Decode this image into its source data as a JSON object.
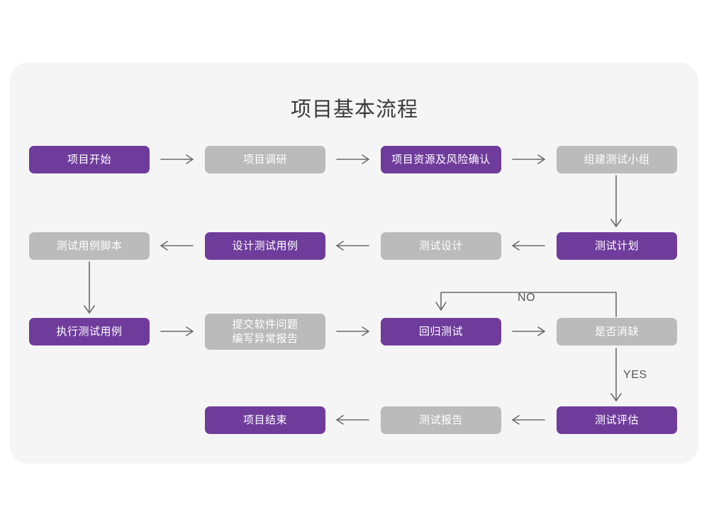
{
  "panel": {
    "background_color": "#f5f5f5",
    "page_background": "#ffffff"
  },
  "header": {
    "title": "项目基本流程"
  },
  "theme": {
    "active_color": "#6f3c9c",
    "inactive_color": "#bbbbbb",
    "arrow_color": "#6b6b6b",
    "title_color": "#3b3b3b"
  },
  "chart_data": {
    "type": "diagram",
    "title": "项目基本流程",
    "nodes": [
      {
        "id": "n1",
        "label": "项目开始",
        "state": "purple",
        "row": 1,
        "col": 1
      },
      {
        "id": "n2",
        "label": "项目调研",
        "state": "gray",
        "row": 1,
        "col": 2
      },
      {
        "id": "n3",
        "label": "项目资源及风险确认",
        "state": "purple",
        "row": 1,
        "col": 3
      },
      {
        "id": "n4",
        "label": "组建测试小组",
        "state": "gray",
        "row": 1,
        "col": 4
      },
      {
        "id": "n5",
        "label": "测试用例脚本",
        "state": "gray",
        "row": 2,
        "col": 1
      },
      {
        "id": "n6",
        "label": "设计测试用例",
        "state": "purple",
        "row": 2,
        "col": 2
      },
      {
        "id": "n7",
        "label": "测试设计",
        "state": "gray",
        "row": 2,
        "col": 3
      },
      {
        "id": "n8",
        "label": "测试计划",
        "state": "purple",
        "row": 2,
        "col": 4
      },
      {
        "id": "n9",
        "label": "执行测试用例",
        "state": "purple",
        "row": 3,
        "col": 1
      },
      {
        "id": "n10",
        "label": "提交软件问题\n编写异常报告",
        "state": "gray",
        "row": 3,
        "col": 2
      },
      {
        "id": "n11",
        "label": "回归测试",
        "state": "purple",
        "row": 3,
        "col": 3
      },
      {
        "id": "n12",
        "label": "是否消缺",
        "state": "gray",
        "row": 3,
        "col": 4
      },
      {
        "id": "n13",
        "label": "项目结束",
        "state": "purple",
        "row": 4,
        "col": 2
      },
      {
        "id": "n14",
        "label": "测试报告",
        "state": "gray",
        "row": 4,
        "col": 3
      },
      {
        "id": "n15",
        "label": "测试评估",
        "state": "purple",
        "row": 4,
        "col": 4
      }
    ],
    "edges": [
      {
        "from": "n1",
        "to": "n2",
        "label": "",
        "direction": "right"
      },
      {
        "from": "n2",
        "to": "n3",
        "label": "",
        "direction": "right"
      },
      {
        "from": "n3",
        "to": "n4",
        "label": "",
        "direction": "right"
      },
      {
        "from": "n4",
        "to": "n8",
        "label": "",
        "direction": "down"
      },
      {
        "from": "n8",
        "to": "n7",
        "label": "",
        "direction": "left"
      },
      {
        "from": "n7",
        "to": "n6",
        "label": "",
        "direction": "left"
      },
      {
        "from": "n6",
        "to": "n5",
        "label": "",
        "direction": "left"
      },
      {
        "from": "n5",
        "to": "n9",
        "label": "",
        "direction": "down"
      },
      {
        "from": "n9",
        "to": "n10",
        "label": "",
        "direction": "right"
      },
      {
        "from": "n10",
        "to": "n11",
        "label": "",
        "direction": "right"
      },
      {
        "from": "n11",
        "to": "n12",
        "label": "",
        "direction": "right"
      },
      {
        "from": "n12",
        "to": "n11",
        "label": "NO",
        "direction": "loop-up-left"
      },
      {
        "from": "n12",
        "to": "n15",
        "label": "YES",
        "direction": "down"
      },
      {
        "from": "n15",
        "to": "n14",
        "label": "",
        "direction": "left"
      },
      {
        "from": "n14",
        "to": "n13",
        "label": "",
        "direction": "left"
      }
    ],
    "edge_labels": [
      {
        "id": "no",
        "text": "NO"
      },
      {
        "id": "yes",
        "text": "YES"
      }
    ]
  }
}
